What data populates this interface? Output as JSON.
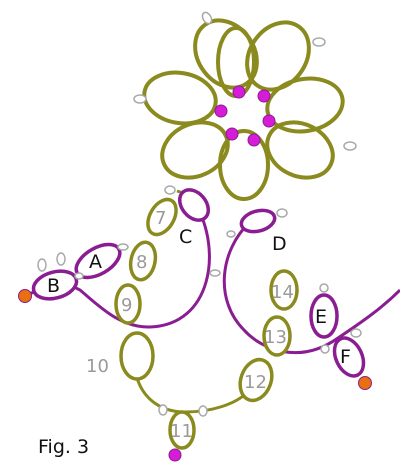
{
  "caption": "Fig. 3",
  "colors": {
    "olive_thread": "#8a8a1e",
    "purple_thread": "#8a1d91",
    "magenta_bead": "#d61cd6",
    "orange_bead": "#e8700e",
    "picot": "#a8a8a8"
  },
  "ring_labels": {
    "a": "A",
    "b": "B",
    "c": "C",
    "d": "D",
    "e": "E",
    "f": "F",
    "n7": "7",
    "n8": "8",
    "n9": "9",
    "n10": "10",
    "n11": "11",
    "n12": "12",
    "n13": "13",
    "n14": "14"
  }
}
